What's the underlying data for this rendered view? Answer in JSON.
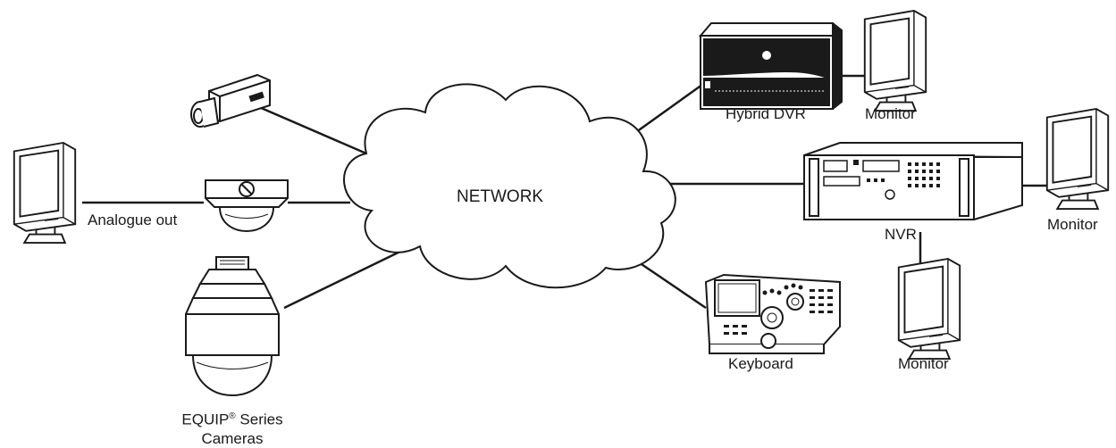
{
  "network": {
    "label": "NETWORK"
  },
  "devices": {
    "hybrid_dvr": {
      "label": "Hybrid DVR"
    },
    "monitor_dvr": {
      "label": "Monitor"
    },
    "nvr": {
      "label": "NVR"
    },
    "monitor_nvr_right": {
      "label": "Monitor"
    },
    "monitor_nvr_bottom": {
      "label": "Monitor"
    },
    "keyboard": {
      "label": "Keyboard"
    },
    "analogue_out": {
      "label": "Analogue out"
    },
    "cameras": {
      "label_main": "EQUIP",
      "label_mark": "®",
      "label_rest": " Series",
      "label_line2": "Cameras"
    }
  },
  "connections": [
    [
      "box-camera",
      "network"
    ],
    [
      "dome-camera",
      "network"
    ],
    [
      "ptz-camera",
      "network"
    ],
    [
      "network",
      "hybrid-dvr"
    ],
    [
      "network",
      "nvr"
    ],
    [
      "network",
      "keyboard"
    ],
    [
      "hybrid-dvr",
      "monitor"
    ],
    [
      "nvr",
      "monitor"
    ],
    [
      "nvr",
      "monitor"
    ],
    [
      "dome-camera",
      "monitor"
    ]
  ]
}
